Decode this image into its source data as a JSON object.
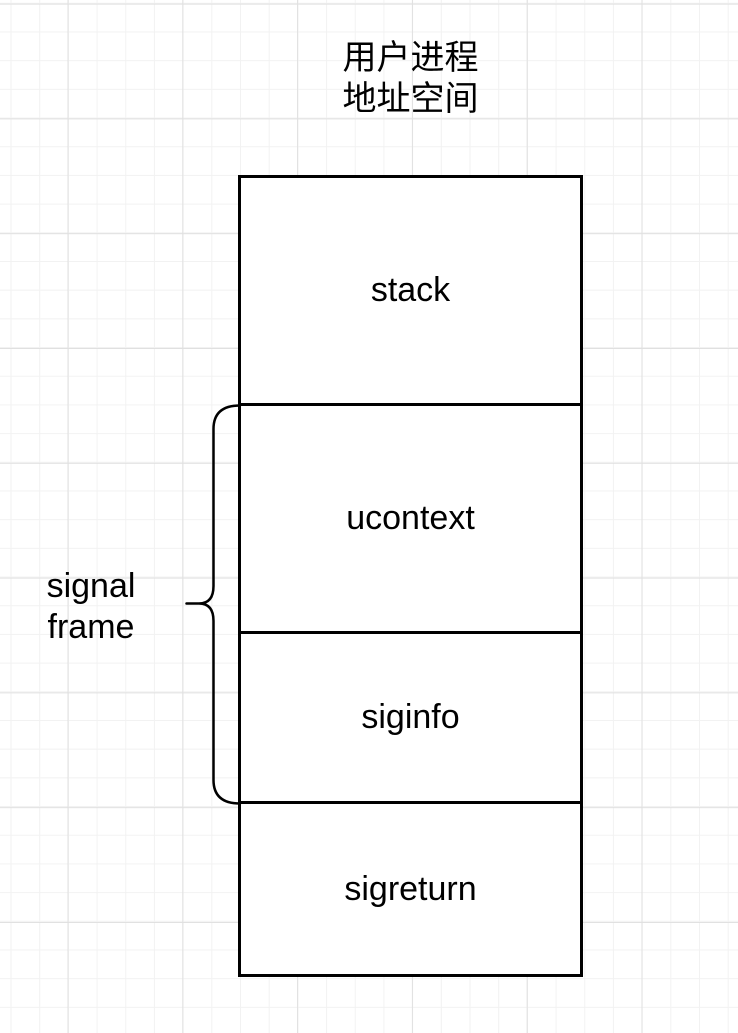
{
  "title": {
    "line1": "用户进程",
    "line2": "地址空间"
  },
  "memory_boxes": [
    {
      "label": "stack"
    },
    {
      "label": "ucontext"
    },
    {
      "label": "siginfo"
    },
    {
      "label": "sigreturn"
    }
  ],
  "brace_label": {
    "line1": "signal",
    "line2": "frame"
  },
  "colors": {
    "background": "#ffffff",
    "grid_minor": "#f2f2f2",
    "grid_major": "#e0e0e0",
    "shape_stroke": "#000000",
    "text": "#000000"
  }
}
